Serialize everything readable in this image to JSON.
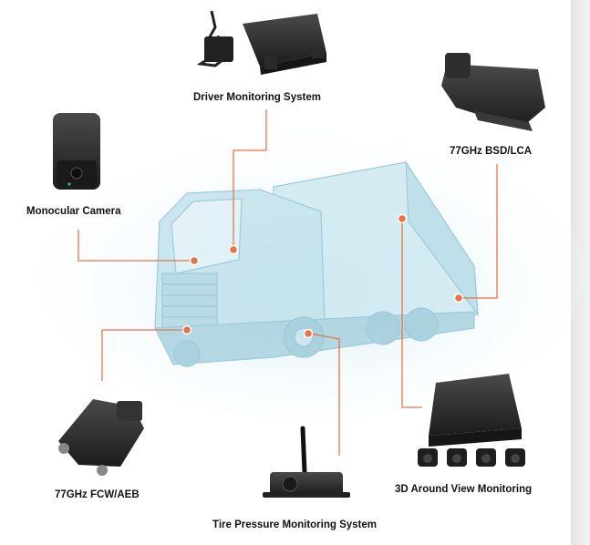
{
  "labels": {
    "dms": "Driver Monitoring System",
    "bsd": "77GHz BSD/LCA",
    "mono": "Monocular Camera",
    "fcw": "77GHz FCW/AEB",
    "tpms": "Tire Pressure Monitoring System",
    "avm": "3D Around View Monitoring"
  },
  "colors": {
    "connector": "#e8734a",
    "truck_tint": "#bfe3ee",
    "device": "#2b2b2b"
  }
}
